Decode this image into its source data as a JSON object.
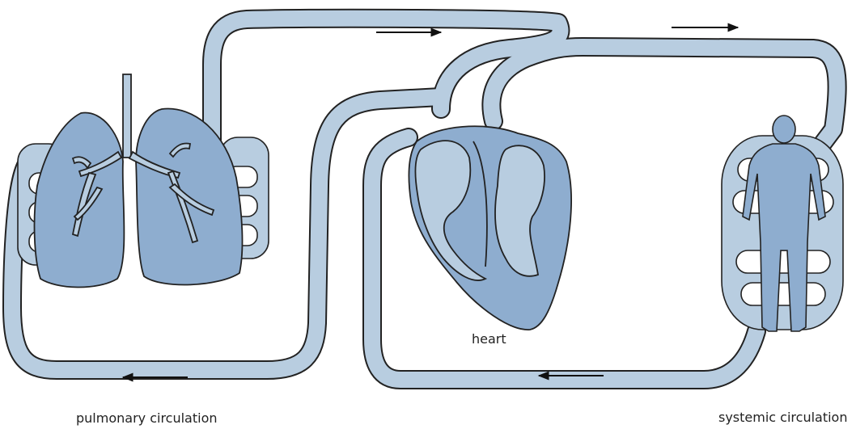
{
  "labels": {
    "pulmonary": "pulmonary circulation",
    "heart": "heart",
    "systemic": "systemic circulation"
  },
  "colors": {
    "vessel_fill": "#b8cde0",
    "organ_fill": "#8eadcf",
    "chamber_fill": "#b8cde0",
    "outline": "#222222",
    "arrow": "#111111"
  },
  "flow_arrows": [
    {
      "id": "pulmonary-outflow",
      "direction": "right"
    },
    {
      "id": "systemic-outflow",
      "direction": "right"
    },
    {
      "id": "systemic-return",
      "direction": "left"
    },
    {
      "id": "pulmonary-return",
      "direction": "left"
    }
  ]
}
